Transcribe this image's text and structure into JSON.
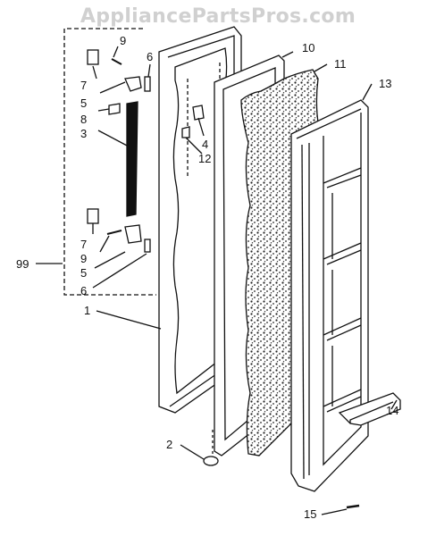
{
  "watermark": "AppliancePartsPros.com",
  "callouts": {
    "c9a": "9",
    "c6a": "6",
    "c7a": "7",
    "c5a": "5",
    "c8": "8",
    "c3": "3",
    "c4": "4",
    "c12": "12",
    "c10": "10",
    "c11": "11",
    "c13": "13",
    "c99": "99",
    "c7b": "7",
    "c9b": "9",
    "c5b": "5",
    "c6b": "6",
    "c1": "1",
    "c2": "2",
    "c14": "14",
    "c15": "15"
  },
  "colors": {
    "ink": "#111111",
    "paper": "#ffffff",
    "watermark": "#d0d0d0"
  }
}
